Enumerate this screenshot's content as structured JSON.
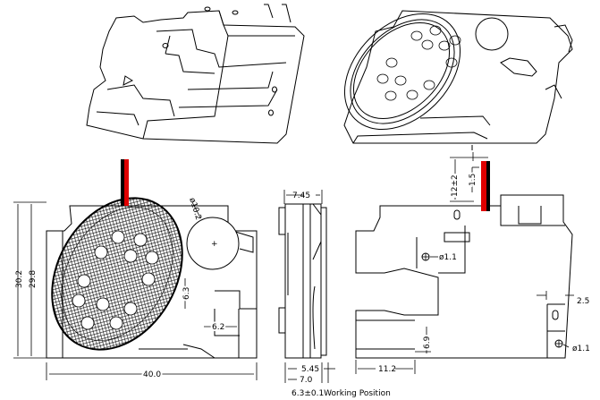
{
  "drawing": {
    "subject": "Rectangular enclosure micro speaker with leads",
    "views": [
      "isometric-back",
      "isometric-front",
      "front-view",
      "side-view",
      "rear-view"
    ],
    "wire_colors": {
      "red": "#e00000",
      "black": "#000000"
    }
  },
  "front_view": {
    "dims": {
      "height_outer": "30.2",
      "height_inner": "29.8",
      "width": "40.0",
      "port_diameter": "ø10.2",
      "slot_height": "6.3",
      "slot_width": "6.2"
    }
  },
  "side_view": {
    "dims": {
      "top_thickness": "7.45",
      "mid_thickness": "5.45",
      "total_thickness": "7.0"
    },
    "caption": "6.3±0.1Working Position"
  },
  "rear_view": {
    "dims": {
      "lead_length": "12±2",
      "strip_length": "1.5",
      "hole_1": "ø1.1",
      "hole_2": "ø1.1",
      "edge_offset": "2.5",
      "block_height": "6.9",
      "block_width": "11.2"
    }
  }
}
